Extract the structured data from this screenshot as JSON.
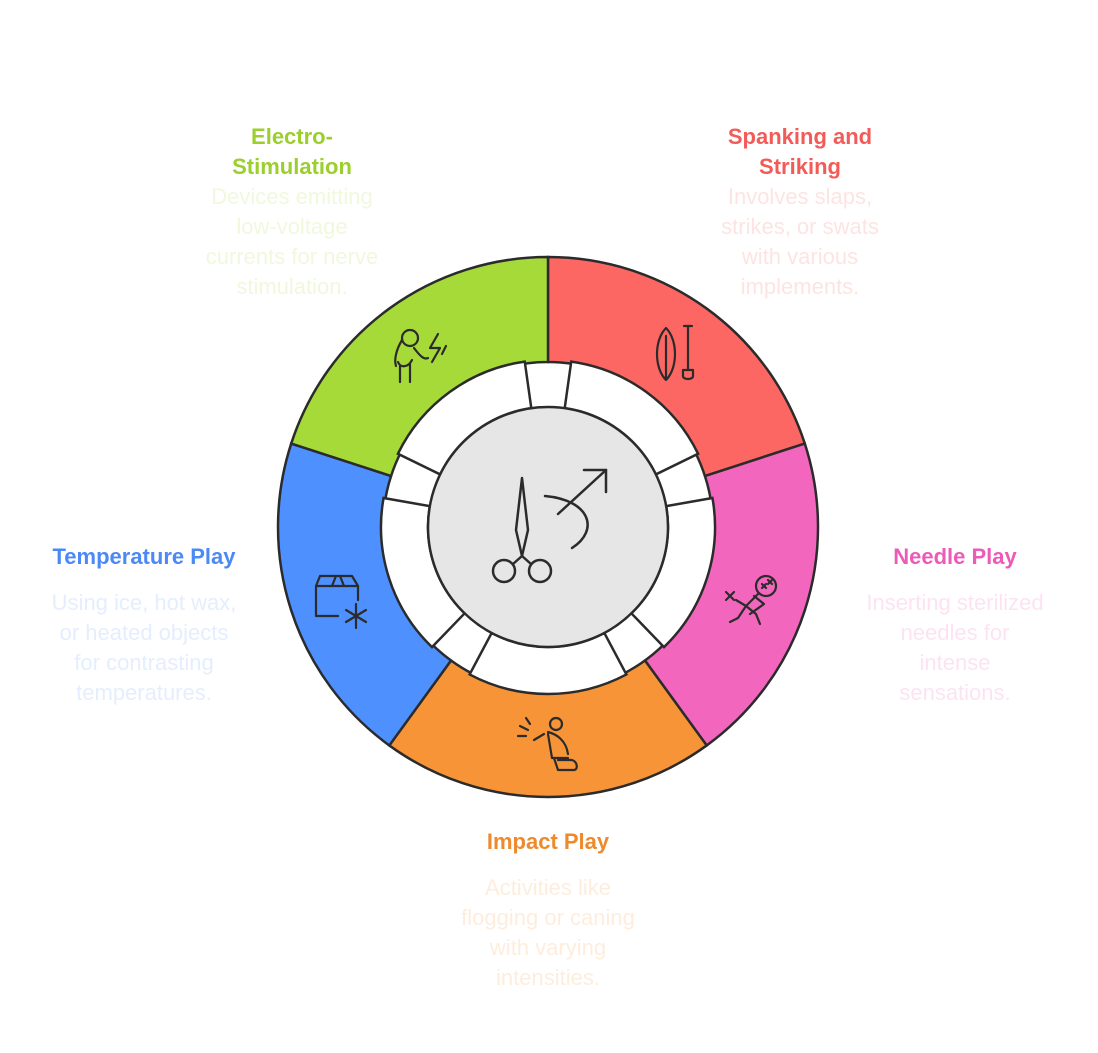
{
  "segments": [
    {
      "id": "spanking",
      "title_lines": [
        "Spanking and",
        "Striking"
      ],
      "desc_lines": [
        "Involves slaps,",
        "strikes, or swats",
        "with various",
        "implements."
      ],
      "color": "#fc6764",
      "title_color": "#f35b58",
      "desc_color": "#fde4e3",
      "icon": "paddle-icon"
    },
    {
      "id": "needle",
      "title_lines": [
        "Needle Play"
      ],
      "desc_lines": [
        "Inserting sterilized",
        "needles for",
        "intense",
        "sensations."
      ],
      "color": "#f366be",
      "title_color": "#ec5bb7",
      "desc_color": "#fde3f2",
      "icon": "voodoo-doll-icon"
    },
    {
      "id": "impact",
      "title_lines": [
        "Impact Play"
      ],
      "desc_lines": [
        "Activities like",
        "flogging or caning",
        "with varying",
        "intensities."
      ],
      "color": "#f79437",
      "title_color": "#ef8a2c",
      "desc_color": "#feeddd",
      "icon": "hammer-person-icon"
    },
    {
      "id": "temperature",
      "title_lines": [
        "Temperature Play"
      ],
      "desc_lines": [
        "Using ice, hot wax,",
        "or heated objects",
        "for contrasting",
        "temperatures."
      ],
      "color": "#4e90fe",
      "title_color": "#4a89f6",
      "desc_color": "#e4eefe",
      "icon": "cold-box-icon"
    },
    {
      "id": "electro",
      "title_lines": [
        "Electro-",
        "Stimulation"
      ],
      "desc_lines": [
        "Devices emitting",
        "low-voltage",
        "currents for nerve",
        "stimulation."
      ],
      "color": "#a6da38",
      "title_color": "#9bcf2e",
      "desc_color": "#f0f8dd",
      "icon": "person-electric-icon"
    }
  ],
  "center": {
    "color": "#e6e6e6",
    "icon": "scissors-male-symbol-icon"
  }
}
